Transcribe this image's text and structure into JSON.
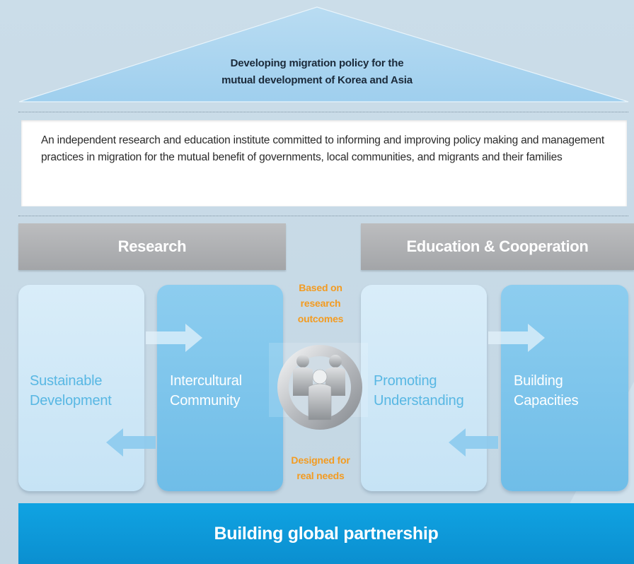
{
  "roof": {
    "line1": "Developing migration policy for the",
    "line2": "mutual  development of Korea and Asia"
  },
  "mission": "An independent research and education institute committed to informing and improving policy making and management practices in migration for the mutual benefit of governments, local communities, and migrants and their families",
  "headers": {
    "research": "Research",
    "education": "Education & Cooperation"
  },
  "boxes": {
    "sustainable": [
      "Sustainable",
      "Development"
    ],
    "intercultural": [
      "Intercultural",
      "Community"
    ],
    "promoting": [
      "Promoting",
      "Understanding"
    ],
    "building": [
      "Building",
      "Capacities"
    ]
  },
  "center": {
    "top": [
      "Based on",
      "research",
      "outcomes"
    ],
    "bottom": [
      "Designed for",
      "real needs"
    ],
    "icon": "people-cycle-icon"
  },
  "footer": "Building global partnership",
  "colors": {
    "roof": "#a6d3ef",
    "header_bar": "#a9abae",
    "box_light": "#d4eaf8",
    "box_dark": "#7cc4eb",
    "accent_orange": "#f39b21",
    "footer": "#0c97d8"
  }
}
